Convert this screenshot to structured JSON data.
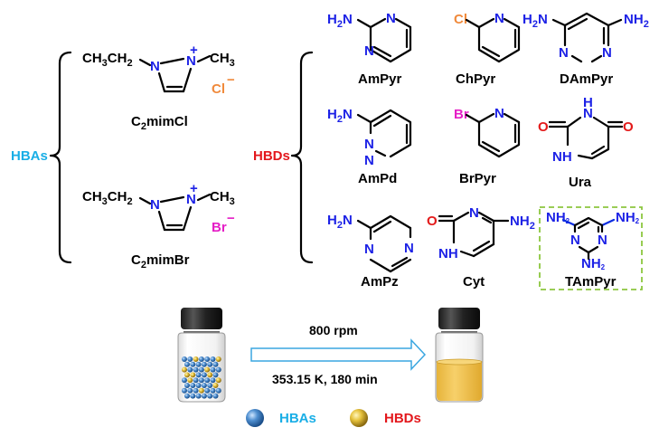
{
  "group_labels": {
    "hba": "HBAs",
    "hbd": "HBDs"
  },
  "colors": {
    "hba": "#19aee6",
    "hbd": "#e3171c",
    "nitrogen": "#1d22e6",
    "oxygen": "#e31a1a",
    "chlorine": "#f08a3c",
    "bromine": "#e51ec6",
    "highlight_box": "#8cc63f",
    "arrow": "#3aa6e0",
    "liquid": "#f0c24b"
  },
  "hba": [
    {
      "name_main": "C",
      "name_sub": "2",
      "name_rest": "mimCl",
      "anion": "Cl",
      "anion_charge": "−",
      "substituent_left": "CH",
      "substituent_left_sub": "3",
      "substituent_left_rest": "CH",
      "substituent_left_sub2": "2",
      "substituent_right": "CH",
      "substituent_right_sub": "3",
      "cation_charge": "+"
    },
    {
      "name_main": "C",
      "name_sub": "2",
      "name_rest": "mimBr",
      "anion": "Br",
      "anion_charge": "−",
      "substituent_left": "CH",
      "substituent_left_sub": "3",
      "substituent_left_rest": "CH",
      "substituent_left_sub2": "2",
      "substituent_right": "CH",
      "substituent_right_sub": "3",
      "cation_charge": "+"
    }
  ],
  "hbd": [
    {
      "name": "AmPyr",
      "group": "H",
      "group_sub": "2",
      "group_n": "N"
    },
    {
      "name": "ChPyr",
      "group": "Cl"
    },
    {
      "name": "DAmPyr",
      "group": "H",
      "group_sub": "2",
      "group_n": "N"
    },
    {
      "name": "AmPd",
      "group": "H",
      "group_sub": "2",
      "group_n": "N"
    },
    {
      "name": "BrPyr",
      "group": "Br"
    },
    {
      "name": "Ura",
      "o": "O",
      "nh": "NH",
      "n": "N",
      "h": "H"
    },
    {
      "name": "AmPz",
      "group": "H",
      "group_sub": "2",
      "group_n": "N"
    },
    {
      "name": "Cyt",
      "o": "O",
      "nh": "NH",
      "h": "H"
    },
    {
      "name": "TAmPyr",
      "group": "NH",
      "group_sub": "2"
    }
  ],
  "atom_n": "N",
  "process": {
    "top_label": "800 rpm",
    "bottom_label": "353.15 K,  180 min"
  },
  "legend": [
    {
      "label": "HBAs",
      "color": "#19aee6",
      "ball": "blue"
    },
    {
      "label": "HBDs",
      "color": "#e3171c",
      "ball": "gold"
    }
  ]
}
